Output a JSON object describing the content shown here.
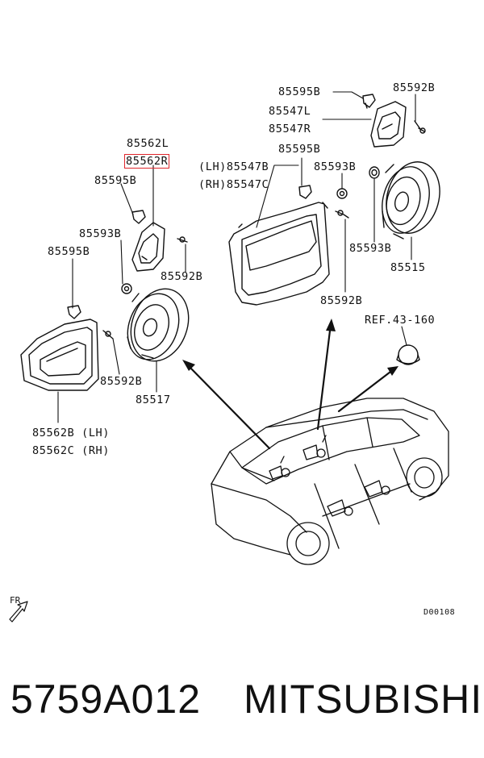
{
  "labels": {
    "l_85595b_top": "85595B",
    "l_85592b_top": "85592B",
    "l_85547l": "85547L",
    "l_85547r": "85547R",
    "l_85595b_mid": "85595B",
    "l_85562l": "85562L",
    "l_85562r": "85562R",
    "l_lh_85547b": "(LH)85547B",
    "l_rh_85547c": "(RH)85547C",
    "l_85593b_mid": "85593B",
    "l_85595b_left": "85595B",
    "l_85593b_left": "85593B",
    "l_85595b_far": "85595B",
    "l_85592b_left": "85592B",
    "l_85593b_right": "85593B",
    "l_85515": "85515",
    "l_85592b_center": "85592B",
    "l_ref": "REF.43-160",
    "l_85592b_low": "85592B",
    "l_85517": "85517",
    "l_85562b": "85562B (LH)",
    "l_85562c": "85562C (RH)"
  },
  "fr_label": "FR",
  "diagram_code": "D00108",
  "caption": {
    "part_number": "5759A012",
    "brand": "MITSUBISHI"
  },
  "highlight_color": "#e0262c"
}
